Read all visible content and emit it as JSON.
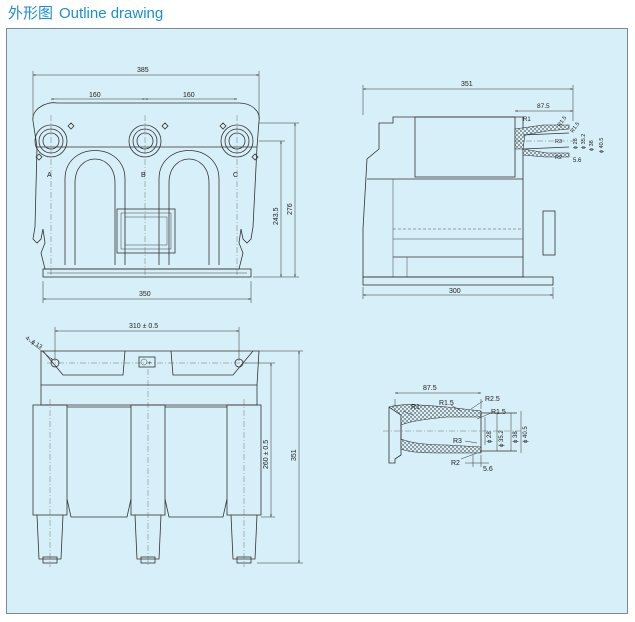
{
  "title": {
    "zh": "外形图",
    "en": "Outline drawing"
  },
  "front_view": {
    "dim_total_width": "385",
    "dim_pitch_left": "160",
    "dim_pitch_right": "160",
    "dim_height_total": "276",
    "dim_height_inner": "243.5",
    "dim_base_width": "350",
    "terminal_a": "A",
    "terminal_b": "B",
    "terminal_c": "C"
  },
  "side_view": {
    "dim_total_length": "351",
    "dim_base_length": "300",
    "detail_87_5": "87.5",
    "r1": "R1",
    "r1_5_a": "R1.5",
    "r1_5_b": "R1.5",
    "r3": "R3",
    "r2": "R2",
    "d28": "ϕ 28",
    "d35_2": "ϕ 35.2",
    "d38": "ϕ 38",
    "d40_5": "ϕ 40.5",
    "dim_5_6": "5.6"
  },
  "top_view": {
    "dim_hole_spacing": "310 ± 0.5",
    "hole_callout": "4- ϕ 13",
    "dim_hole_depth": "260 ± 0.5",
    "dim_depth_total": "351"
  },
  "detail_view": {
    "dim_87_5": "87.5",
    "r2_5": "R2.5",
    "r1_5_a": "R1.5",
    "r1_5_b": "R1.5",
    "r1": "R1",
    "r3": "R3",
    "r2": "R2",
    "d28": "ϕ 28",
    "d35_2": "ϕ 35.2",
    "d38": "ϕ 38",
    "d40_5": "ϕ 40.5",
    "dim_5_6": "5.6"
  },
  "colors": {
    "title": "#1a8fd0",
    "panel_background": "#d7eff8",
    "line": "#333333"
  }
}
